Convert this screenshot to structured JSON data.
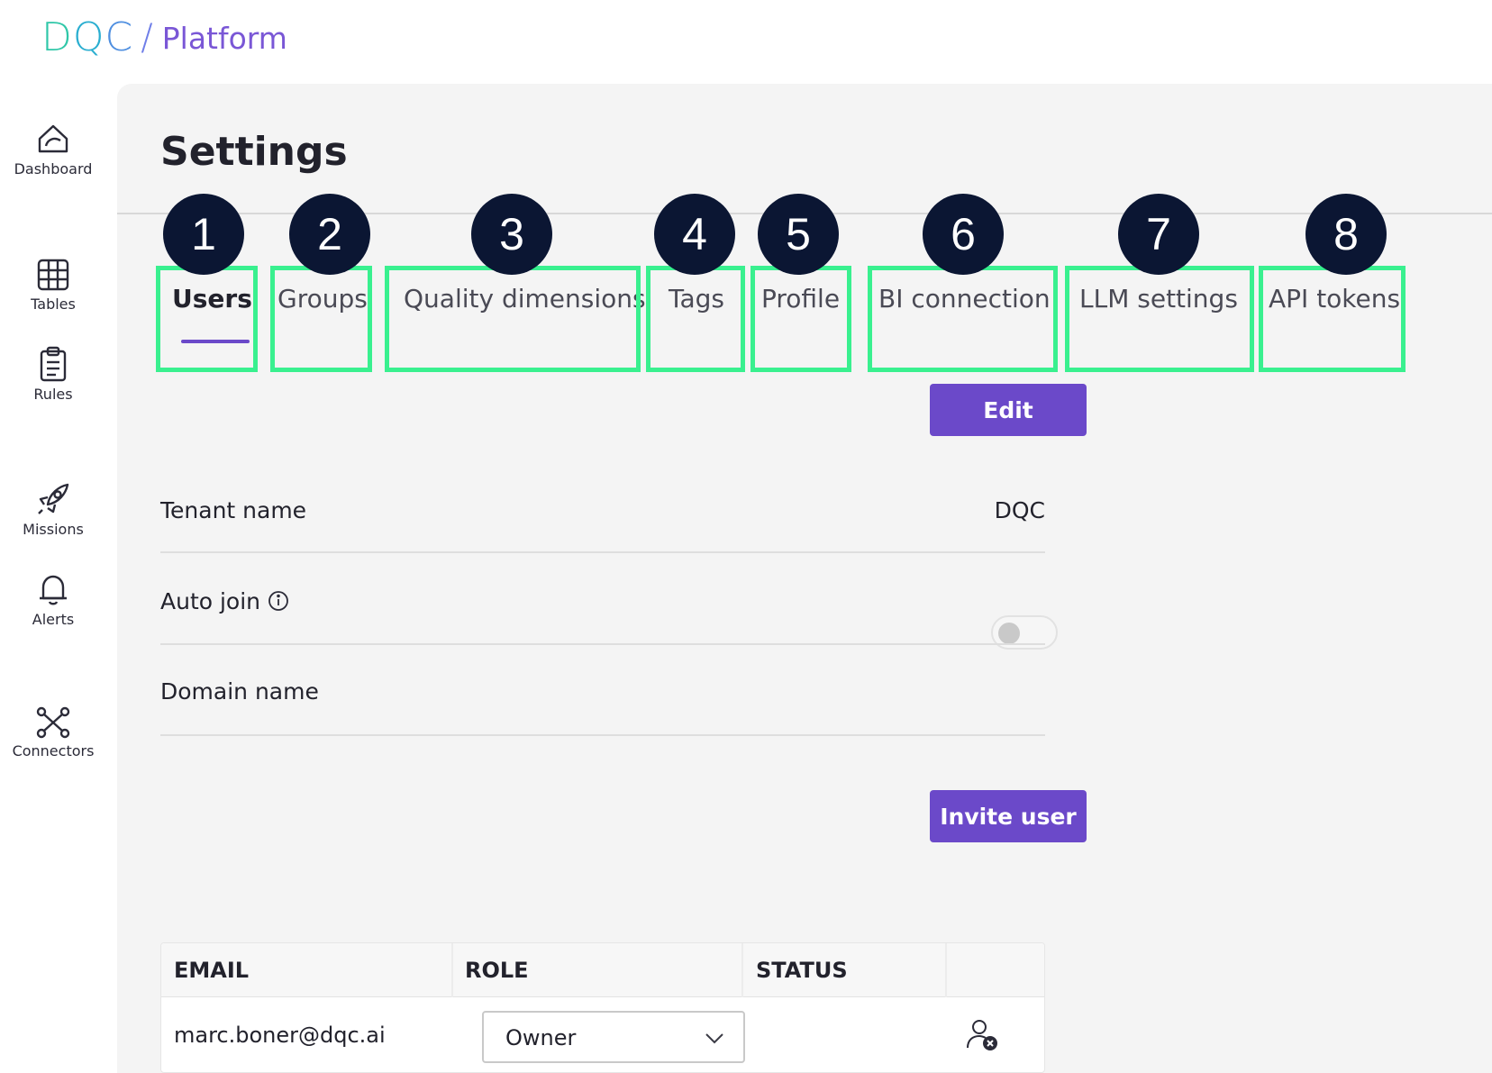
{
  "logo": {
    "mark": [
      "D",
      "Q",
      "C"
    ],
    "separator": "/",
    "product": "Platform"
  },
  "sidebar": {
    "items": [
      {
        "label": "Dashboard",
        "icon": "dashboard-icon"
      },
      {
        "label": "Tables",
        "icon": "table-grid-icon"
      },
      {
        "label": "Rules",
        "icon": "clipboard-icon"
      },
      {
        "label": "Missions",
        "icon": "rocket-icon"
      },
      {
        "label": "Alerts",
        "icon": "bell-icon"
      },
      {
        "label": "Connectors",
        "icon": "connectors-icon"
      }
    ]
  },
  "page": {
    "title": "Settings"
  },
  "tabs": [
    {
      "label": "Users",
      "marker": "1",
      "active": true
    },
    {
      "label": "Groups",
      "marker": "2"
    },
    {
      "label": "Quality dimensions",
      "marker": "3"
    },
    {
      "label": "Tags",
      "marker": "4"
    },
    {
      "label": "Profile",
      "marker": "5"
    },
    {
      "label": "BI connection",
      "marker": "6"
    },
    {
      "label": "LLM settings",
      "marker": "7"
    },
    {
      "label": "API tokens",
      "marker": "8"
    }
  ],
  "actions": {
    "edit_label": "Edit",
    "invite_label": "Invite user"
  },
  "tenant": {
    "name_label": "Tenant name",
    "name_value": "DQC",
    "auto_join_label": "Auto join",
    "auto_join_enabled": false,
    "domain_label": "Domain name",
    "domain_value": ""
  },
  "users_table": {
    "columns": [
      "EMAIL",
      "ROLE",
      "STATUS",
      ""
    ],
    "rows": [
      {
        "email": "marc.boner@dqc.ai",
        "role": "Owner",
        "status": ""
      }
    ]
  },
  "colors": {
    "accent": "#6b49c9",
    "highlight": "#39f08f",
    "marker": "#0b1633",
    "panel": "#f4f4f4"
  }
}
